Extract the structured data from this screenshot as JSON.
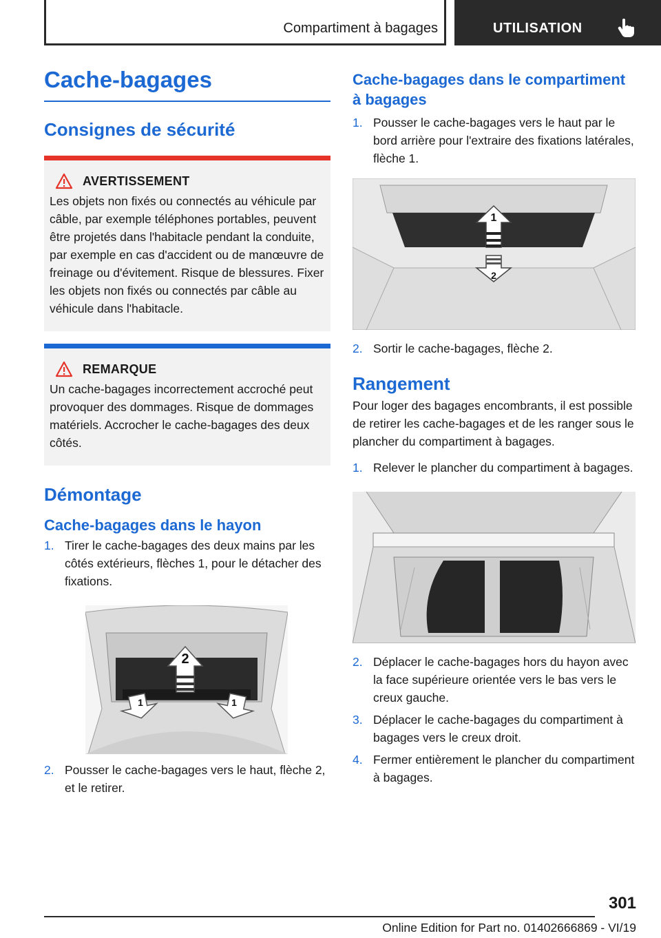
{
  "header": {
    "chapter_title": "Compartiment à bagages",
    "section_label": "UTILISATION",
    "section_icon": "pointing-hand-icon"
  },
  "left": {
    "title": "Cache-bagages",
    "safety_heading": "Consignes de sécurité",
    "warning": {
      "title": "AVERTISSEMENT",
      "icon": "warning-triangle-icon",
      "color": "#e63329",
      "text": "Les objets non fixés ou connectés au véhicule par câble, par exemple téléphones portables, peuvent être projetés dans l'habitacle pendant la conduite, par exemple en cas d'accident ou de manœuvre de freinage ou d'évitement. Risque de blessures. Fixer les objets non fixés ou connectés par câble au véhicule dans l'habitacle."
    },
    "notice": {
      "title": "REMARQUE",
      "icon": "warning-triangle-icon",
      "color": "#1c69d4",
      "text": "Un cache-bagages incorrectement accroché peut provoquer des dommages. Risque de dommages matériels. Accrocher le cache-bagages des deux côtés."
    },
    "removal_heading": "Démontage",
    "tailgate_heading": "Cache-bagages dans le hayon",
    "tailgate_steps": [
      {
        "num": "1.",
        "text": "Tirer le cache-bagages des deux mains par les côtés extérieurs, flèches 1, pour le détacher des fixations."
      },
      {
        "num": "2.",
        "text": "Pousser le cache-bagages vers le haut, flèche 2, et le retirer."
      }
    ],
    "tailgate_image_labels": [
      "2",
      "1",
      "1"
    ]
  },
  "right": {
    "trunk_heading": "Cache-bagages dans le compartiment à bagages",
    "trunk_steps": [
      {
        "num": "1.",
        "text": "Pousser le cache-bagages vers le haut par le bord arrière pour l'extraire des fixations latérales, flèche 1."
      },
      {
        "num": "2.",
        "text": "Sortir le cache-bagages, flèche 2."
      }
    ],
    "trunk_image_labels": [
      "1",
      "2"
    ],
    "storage_heading": "Rangement",
    "storage_text": "Pour loger des bagages encombrants, il est possible de retirer les cache-bagages et de les ranger sous le plancher du compartiment à bagages.",
    "storage_steps": [
      {
        "num": "1.",
        "text": "Relever le plancher du compartiment à bagages."
      },
      {
        "num": "2.",
        "text": "Déplacer le cache-bagages hors du hayon avec la face supérieure orientée vers le bas vers le creux gauche."
      },
      {
        "num": "3.",
        "text": "Déplacer le cache-bagages du compartiment à bagages vers le creux droit."
      },
      {
        "num": "4.",
        "text": "Fermer entièrement le plancher du compartiment à bagages."
      }
    ]
  },
  "footer": {
    "page_number": "301",
    "edition": "Online Edition for Part no. 01402666869 - VI/19"
  },
  "colors": {
    "accent_blue": "#1c69d4",
    "warning_red": "#e63329",
    "box_bg": "#f2f2f2",
    "header_dark": "#2a2a2a"
  }
}
